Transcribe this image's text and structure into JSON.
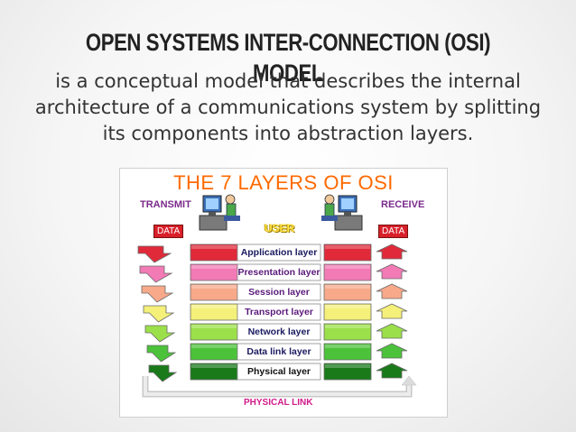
{
  "slide": {
    "title": "OPEN SYSTEMS INTER-CONNECTION (OSI) MODEL",
    "body": "is a conceptual model that describes the internal architecture of a communications system by splitting its components into abstraction layers."
  },
  "diagram": {
    "title": "THE 7 LAYERS OF OSI",
    "transmit_label": "TRANSMIT",
    "receive_label": "RECEIVE",
    "data_tag_left": "DATA",
    "data_tag_right": "DATA",
    "user_label": "USER",
    "physical_link_label": "PHYSICAL LINK",
    "layers": [
      {
        "name": "Application layer",
        "color": "#e02a3a",
        "text_color": "#1a1a60"
      },
      {
        "name": "Presentation layer",
        "color": "#f27ab5",
        "text_color": "#5a1a7a"
      },
      {
        "name": "Session layer",
        "color": "#f7a98a",
        "text_color": "#5a1a7a"
      },
      {
        "name": "Transport layer",
        "color": "#f4f07a",
        "text_color": "#5a1a7a"
      },
      {
        "name": "Network layer",
        "color": "#9be04a",
        "text_color": "#1a1a60"
      },
      {
        "name": "Data link layer",
        "color": "#4cc23a",
        "text_color": "#1a1a60"
      },
      {
        "name": "Physical layer",
        "color": "#1a7a1a",
        "text_color": "#ffffff"
      }
    ]
  }
}
